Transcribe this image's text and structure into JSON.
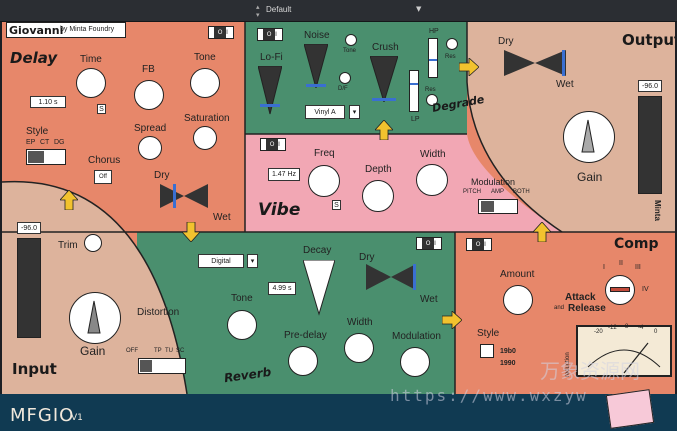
{
  "topbar": {
    "preset": "Default"
  },
  "header": {
    "plugin_name": "Giovanni",
    "by": "by Minta Foundry"
  },
  "delay": {
    "title": "Delay",
    "time_label": "Time",
    "time_value": "1.10 s",
    "sync_mark": "S",
    "fb_label": "FB",
    "tone_label": "Tone",
    "spread_label": "Spread",
    "saturation_label": "Saturation",
    "style_label": "Style",
    "style_options": [
      "EP",
      "CT",
      "DG"
    ],
    "chorus_label": "Chorus",
    "chorus_value": "Off",
    "dry_label": "Dry",
    "wet_label": "Wet"
  },
  "degrade": {
    "lofi_label": "Lo-Fi",
    "noise_label": "Noise",
    "tone_label": "Tone",
    "df_label": "D/F",
    "crush_label": "Crush",
    "hp_label": "HP",
    "lp_label": "LP",
    "res1_label": "Res",
    "res2_label": "Res",
    "noise_type": "Vinyl A",
    "title": "Degrade"
  },
  "vibe": {
    "title": "Vibe",
    "freq_label": "Freq",
    "freq_value": "1.47 Hz",
    "sync_mark": "S",
    "depth_label": "Depth",
    "width_label": "Width",
    "modulation_label": "Modulation",
    "mod_options": [
      "PITCH",
      "AMP",
      "BOTH"
    ]
  },
  "output": {
    "title": "Output",
    "dry_label": "Dry",
    "wet_label": "Wet",
    "meter_value": "-96.0",
    "gain_label": "Gain",
    "brand_vertical": "Minta"
  },
  "input": {
    "title": "Input",
    "meter_value": "-96.0",
    "trim_label": "Trim",
    "gain_label": "Gain",
    "distortion_label": "Distortion",
    "dist_options": [
      "OFF",
      "TP",
      "TU",
      "SC"
    ]
  },
  "reverb": {
    "title": "Reverb",
    "mode": "Digital",
    "decay_label": "Decay",
    "decay_value": "4.99 s",
    "dry_label": "Dry",
    "wet_label": "Wet",
    "tone_label": "Tone",
    "predelay_label": "Pre-delay",
    "width_label": "Width",
    "modulation_label": "Modulation"
  },
  "comp": {
    "title": "Comp",
    "amount_label": "Amount",
    "attack_label": "Attack",
    "and_label": "and",
    "release_label": "Release",
    "roman": [
      "I",
      "II",
      "III",
      "IV"
    ],
    "style_label": "Style",
    "style_options": [
      "19b0",
      "1990"
    ],
    "vu_scale": [
      "-20",
      "-12",
      "-8",
      "-4",
      "0"
    ],
    "vu_side": "reduction"
  },
  "footer": {
    "brand": "MFGIO",
    "version": "V1"
  },
  "watermark": {
    "cn": "万象资源网",
    "url": "https://www.wxzyw"
  },
  "colors": {
    "orange": "#e7876a",
    "green": "#4a8f6e",
    "pink": "#f2a7b4",
    "beige": "#ddb39c",
    "navy": "#103a52",
    "yellow": "#f2c22e"
  }
}
